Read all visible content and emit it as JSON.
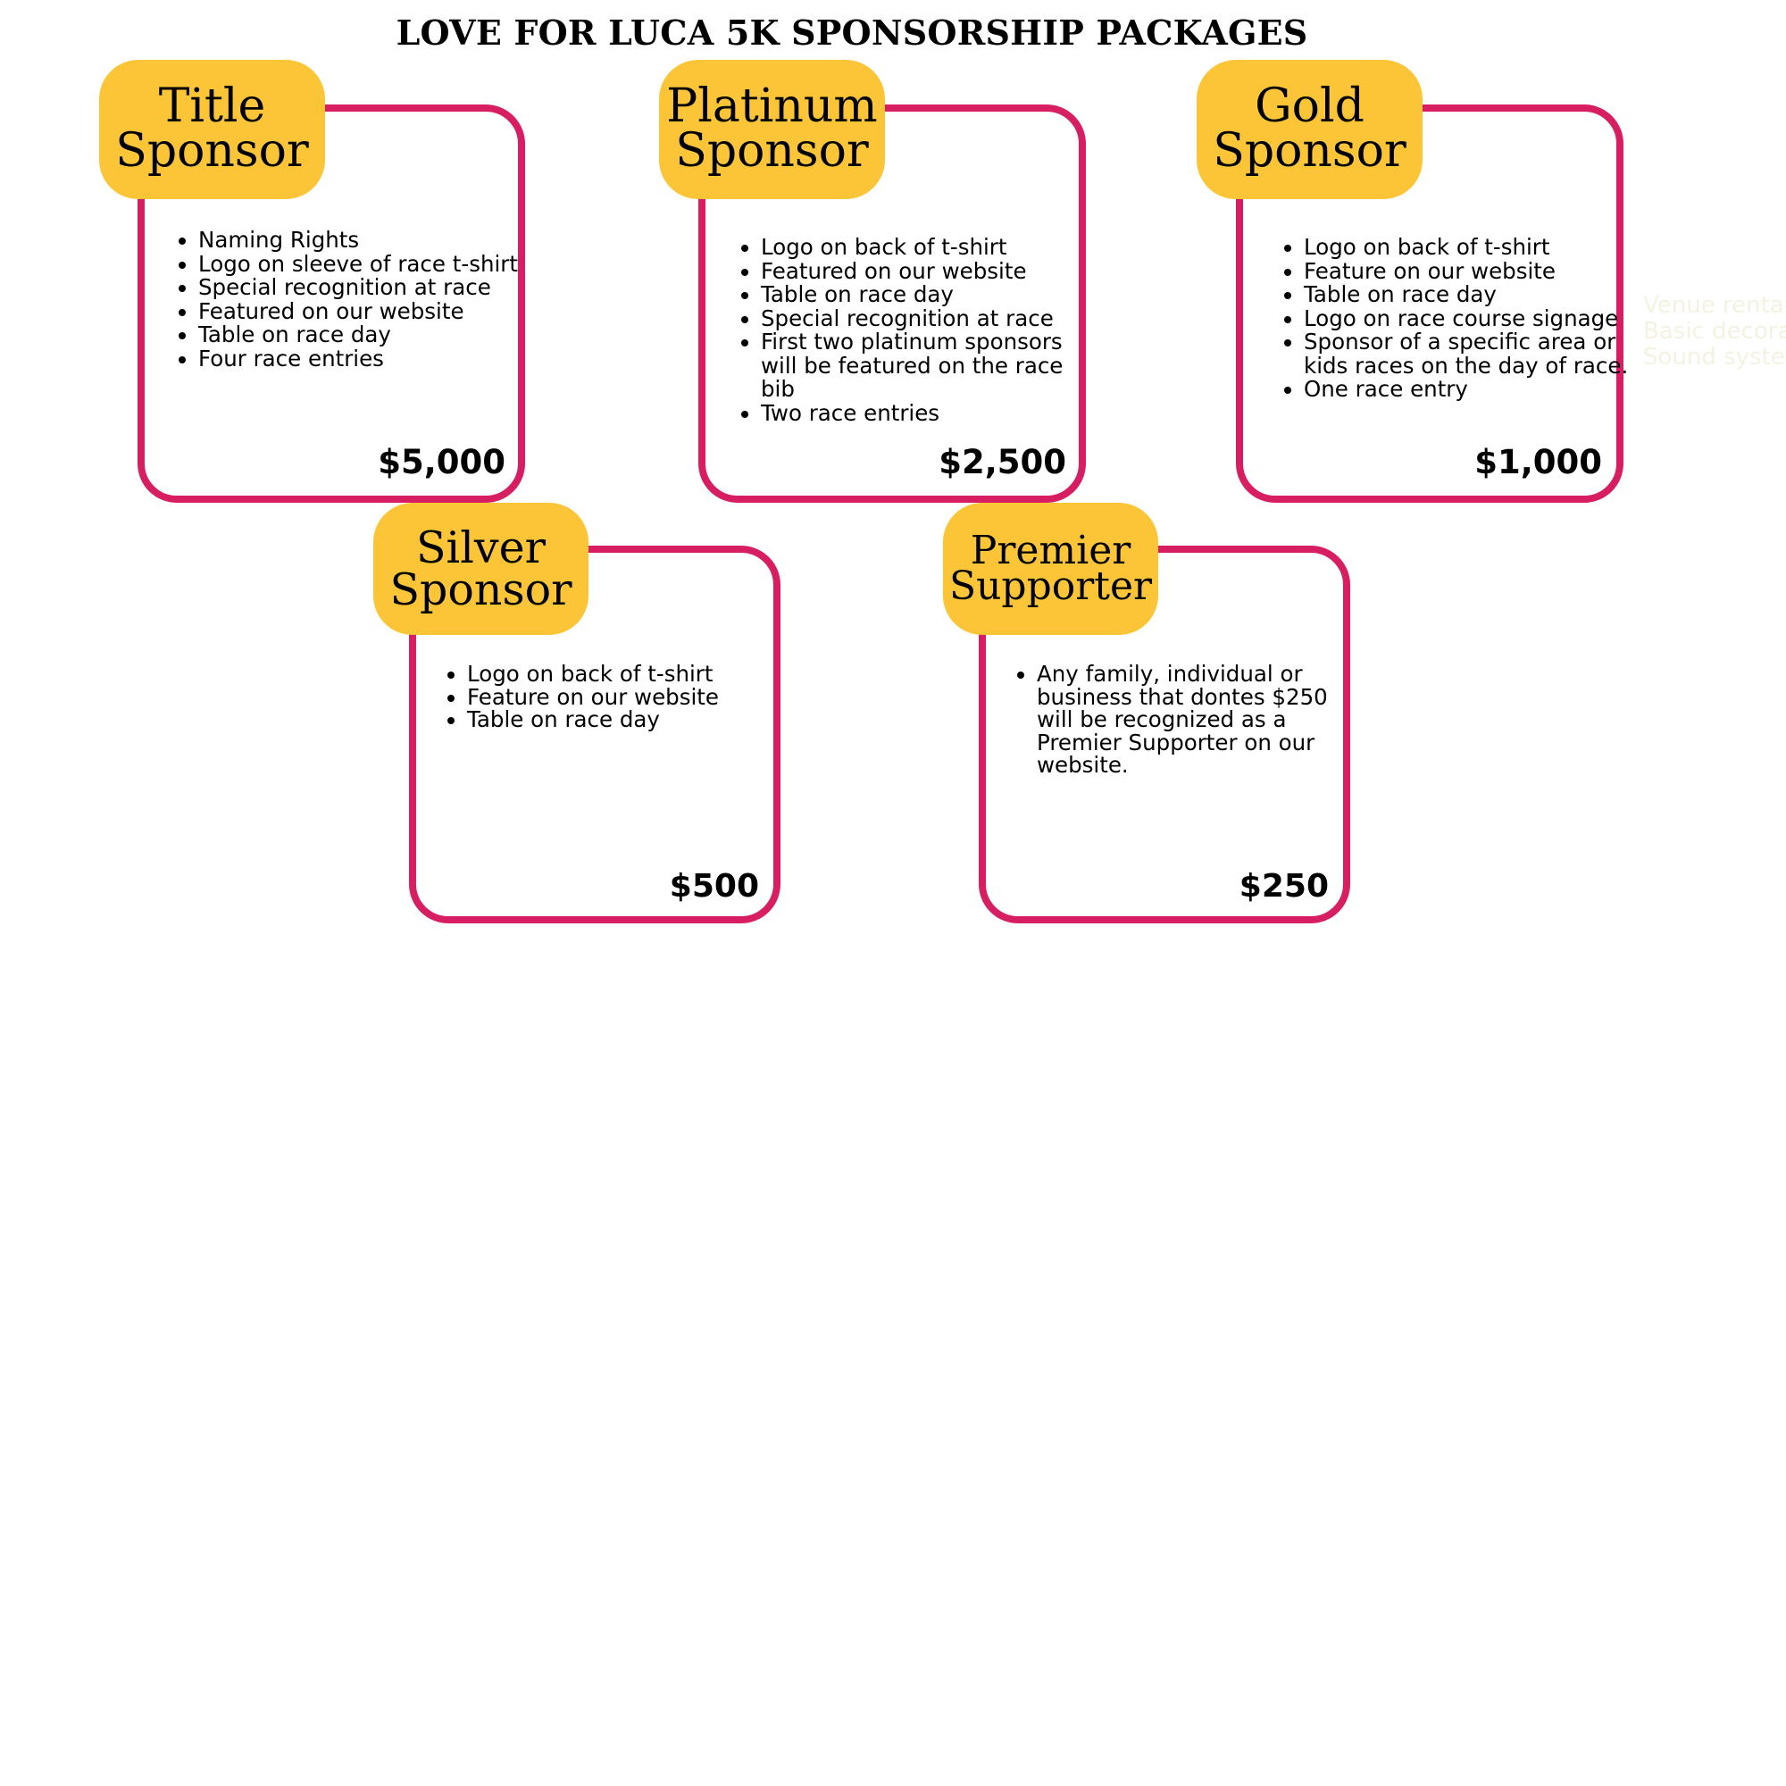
{
  "title": "LOVE FOR LUCA 5K SPONSORSHIP PACKAGES",
  "colors": {
    "border": "#d81e63",
    "tab": "#fbc537",
    "text": "#000000",
    "faded": "#f4f2e2"
  },
  "packages": [
    {
      "name_line1": "Title",
      "name_line2": "Sponsor",
      "benefits": [
        "Naming Rights",
        "Logo on sleeve of race t-shirt",
        "Special recognition at race",
        "Featured on our website",
        "Table on race day",
        "Four race entries"
      ],
      "price": "$5,000"
    },
    {
      "name_line1": "Platinum",
      "name_line2": "Sponsor",
      "benefits": [
        "Logo on back of t-shirt",
        "Featured on our website",
        "Table on race day",
        "Special recognition at race",
        "First two platinum sponsors will be featured on the race bib",
        "Two race entries"
      ],
      "price": "$2,500"
    },
    {
      "name_line1": "Gold",
      "name_line2": "Sponsor",
      "benefits": [
        "Logo on back of t-shirt",
        "Feature on our website",
        "Table on race day",
        "Logo on race course signage",
        "Sponsor of a specific area or kids races on the day of race.",
        "One race entry"
      ],
      "price": "$1,000"
    },
    {
      "name_line1": "Silver",
      "name_line2": "Sponsor",
      "benefits": [
        "Logo on back of t-shirt",
        "Feature on our website",
        "Table on race day"
      ],
      "price": "$500"
    },
    {
      "name_line1": "Premier",
      "name_line2": "Supporter",
      "benefits": [
        "Any family, individual or business that dontes $250 will be recognized as a Premier Supporter on our website."
      ],
      "price": "$250"
    }
  ],
  "faded_text": [
    "Venue rental",
    "Basic decora",
    "Sound system"
  ]
}
